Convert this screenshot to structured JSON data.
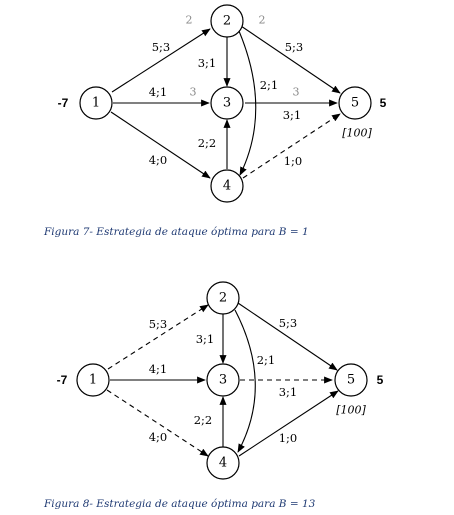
{
  "figure7": {
    "caption": "Figura 7- Estrategia de ataque óptima para B = 1",
    "nodes": {
      "n1": "1",
      "n2": "2",
      "n3": "3",
      "n4": "4",
      "n5": "5"
    },
    "supply": {
      "n1": "-7",
      "n5": "5"
    },
    "budget": "[100]",
    "edges": {
      "e12": "5;3",
      "e13": "4;1",
      "e14": "4;0",
      "e23": "3;1",
      "e24": "2;1",
      "e25": "5;3",
      "e35": "3;1",
      "e43": "2;2",
      "e45": "1;0"
    },
    "flows": {
      "f2_left": "2",
      "f2_right": "2",
      "f13": "3",
      "f35": "3"
    },
    "dashed_edges": [
      "e45"
    ]
  },
  "figure8": {
    "caption": "Figura 8- Estrategia de ataque óptima para B = 13",
    "nodes": {
      "n1": "1",
      "n2": "2",
      "n3": "3",
      "n4": "4",
      "n5": "5"
    },
    "supply": {
      "n1": "-7",
      "n5": "5"
    },
    "budget": "[100]",
    "edges": {
      "e12": "5;3",
      "e13": "4;1",
      "e14": "4;0",
      "e23": "3;1",
      "e24": "2;1",
      "e25": "5;3",
      "e35": "3;1",
      "e43": "2;2",
      "e45": "1;0"
    },
    "dashed_edges": [
      "e12",
      "e14",
      "e35"
    ]
  },
  "colors": {
    "caption": "#1f3a73",
    "flow_label": "#8a8a8a"
  }
}
